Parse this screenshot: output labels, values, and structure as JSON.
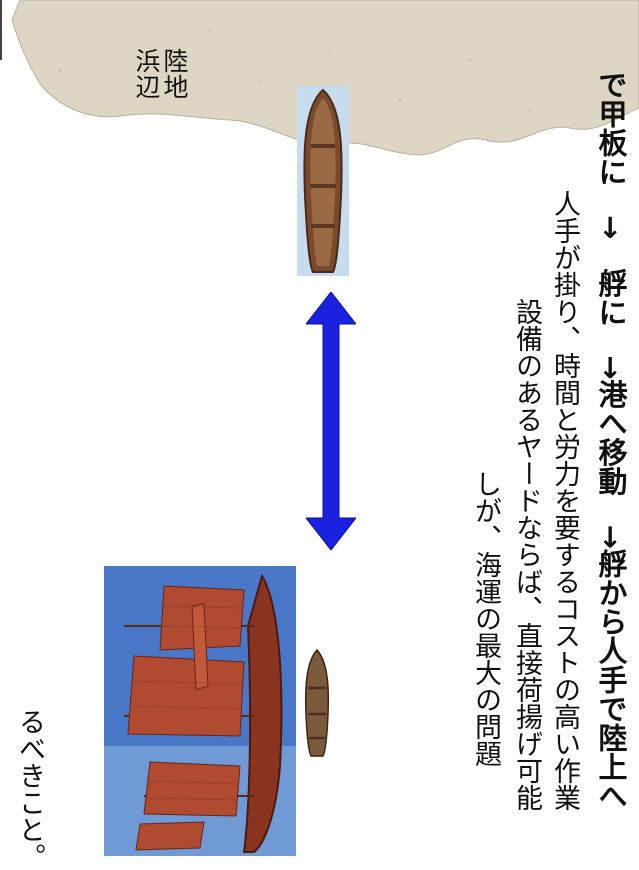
{
  "land": {
    "label_line1": "陸地",
    "label_line2": "浜辺"
  },
  "texts": {
    "intro_tail": "るべきこと。",
    "line1": "しが、海運の最大の問題",
    "line2": "設備のあるヤードならば、直接荷揚げ可能",
    "line3": "人手が掛り、時間と労力を要するコストの高い作業",
    "line4": "で甲板に　→　艀に　→港へ移動　→艀から人手で陸上へ"
  },
  "colors": {
    "land_fill": "#ddd6c4",
    "arrow_fill": "#1a22e0",
    "sail": "#b04a30",
    "hull": "#8a3420",
    "sky": "#4a78c8"
  },
  "icons": [
    "land-shape-icon",
    "rowboat-icon",
    "double-arrow-icon",
    "junk-ship-icon"
  ]
}
